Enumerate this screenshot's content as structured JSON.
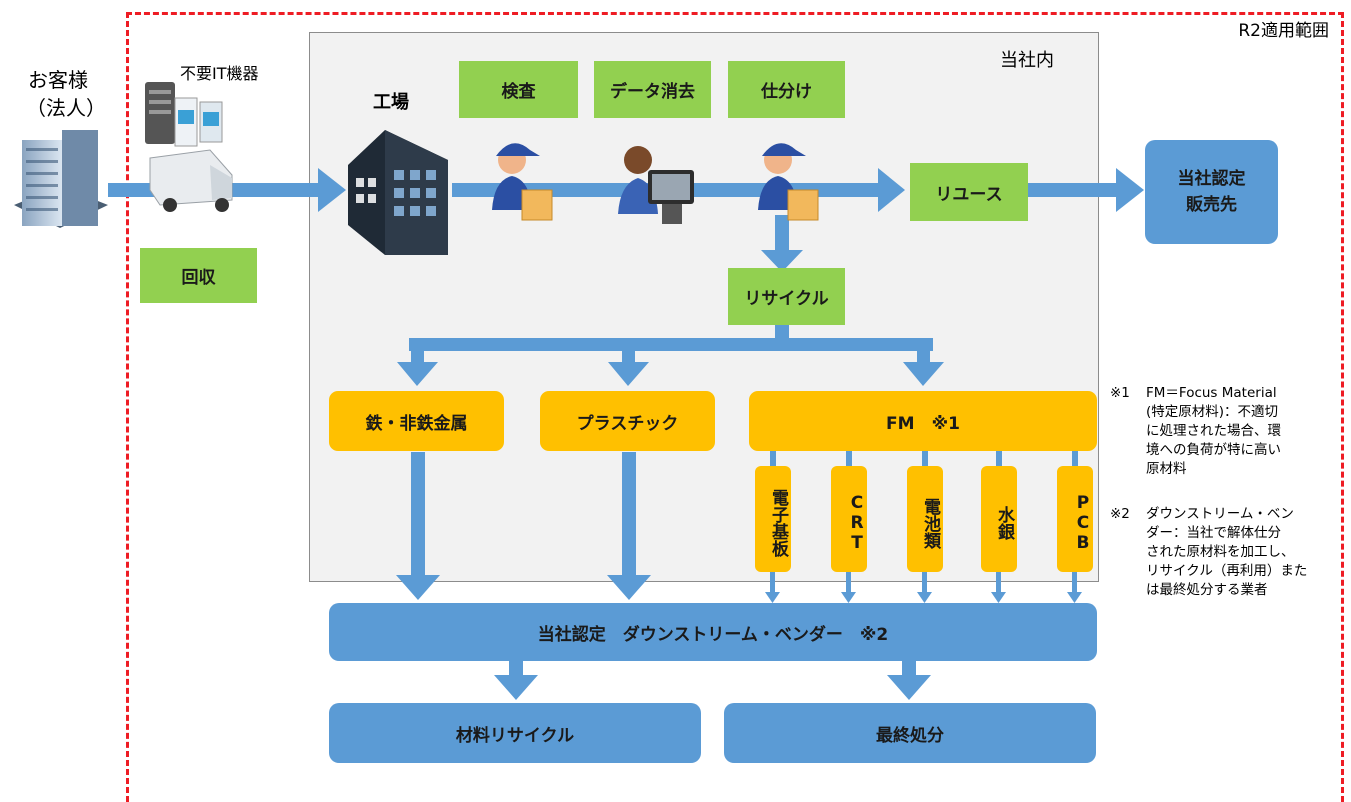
{
  "scope_label": "R2適用範囲",
  "company_label": "当社内",
  "customer": {
    "line1": "お客様",
    "line2": "（法人）"
  },
  "it_equipment_label": "不要IT機器",
  "factory_label": "工場",
  "collect_label": "回収",
  "steps": [
    "検査",
    "データ消去",
    "仕分け"
  ],
  "reuse_label": "リユース",
  "certified_seller": {
    "line1": "当社認定",
    "line2": "販売先"
  },
  "recycle_label": "リサイクル",
  "materials": {
    "metal": "鉄・非鉄金属",
    "plastic": "プラスチック",
    "fm": "FM　※1"
  },
  "fm_items": [
    "電子基板",
    "CRT",
    "電池類",
    "水銀",
    "PCB"
  ],
  "downstream_label": "当社認定　ダウンストリーム・ベンダー　※2",
  "outputs": {
    "material_recycle": "材料リサイクル",
    "final_disposal": "最終処分"
  },
  "notes": {
    "note1": {
      "mark": "※1",
      "lines": [
        "FM＝Focus Material",
        "(特定原材料)：不適切",
        "に処理された場合、環",
        "境への負荷が特に高い",
        "原材料"
      ]
    },
    "note2": {
      "mark": "※2",
      "lines": [
        "ダウンストリーム・ベン",
        "ダー：当社で解体仕分",
        "された原材料を加工し、",
        "リサイクル（再利用）また",
        "は最終処分する業者"
      ]
    }
  },
  "colors": {
    "process_green": "#92d050",
    "material_orange": "#ffc000",
    "flow_blue": "#5b9bd5",
    "scope_red": "#ee1c24"
  }
}
